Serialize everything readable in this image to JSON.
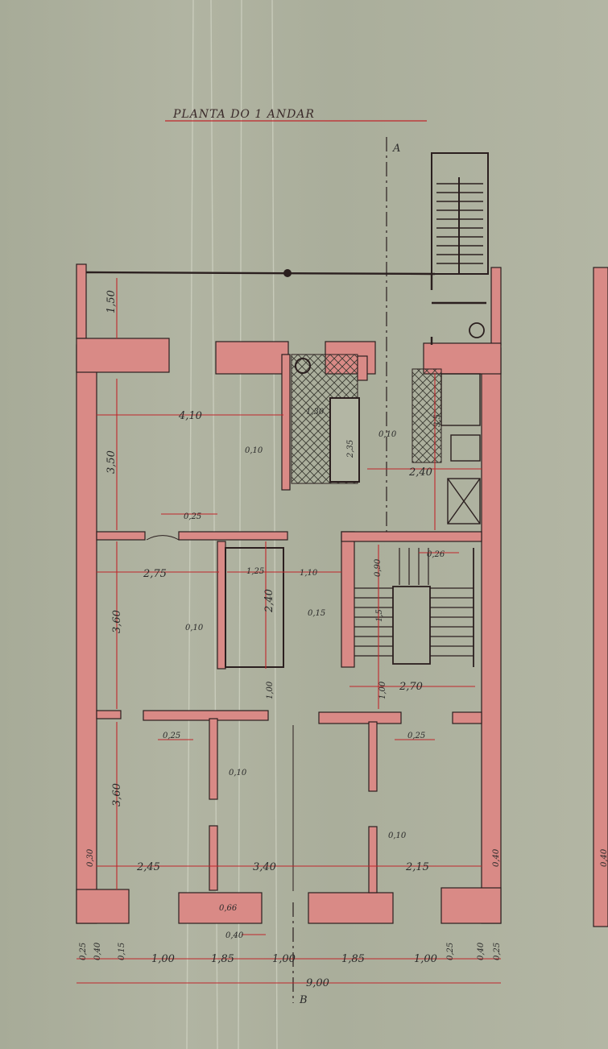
{
  "title": "PLANTA DO 1 ANDAR",
  "section_marks": {
    "top": "A",
    "bottom": "B"
  },
  "colors": {
    "paper": "#adb09e",
    "wall": "#d98a86",
    "wall_outline": "#2b1f1f",
    "dimension_line": "#c0262b",
    "ink": "#2a2a2a"
  },
  "dimensions": {
    "top_left": "1,50",
    "room1_width": "4,10",
    "room1_height": "3,50",
    "bath_a": "1,30",
    "bath_b": "2,35",
    "wall_a": "0,10",
    "wall_b": "0,10",
    "kitchen_width": "2,40",
    "kitchen_height": "3,5",
    "wall_c": "0,25",
    "room2_width": "2,75",
    "closet_width": "1,25",
    "corridor_width": "1,10",
    "closet_height": "2,40",
    "room2_height": "3,60",
    "wall_d": "0,10",
    "wall_e": "0,15",
    "stair_a": "0,90",
    "stair_b": "1,5",
    "stair_wall": "0,26",
    "stair_width": "2,70",
    "landing_left": "1,00",
    "landing_right": "1,00",
    "wall_f": "0,25",
    "wall_g": "0,25",
    "wall_h": "0,10",
    "room3_height": "3,60",
    "wall_i": "0,10",
    "room3_width": "2,45",
    "central_width": "3,40",
    "room4_width": "2,15",
    "left_wall": "0,30",
    "right_wall": "0,40",
    "far_right_wall": "0,40",
    "entry_a": "0,66",
    "entry_b": "0,40",
    "bottom_row": [
      "0,25",
      "0,40",
      "0,15",
      "1,00",
      "1,85",
      "1,00",
      "1,85",
      "1,00",
      "0,25",
      "0,40",
      "0,25"
    ],
    "total_width": "9,00"
  }
}
